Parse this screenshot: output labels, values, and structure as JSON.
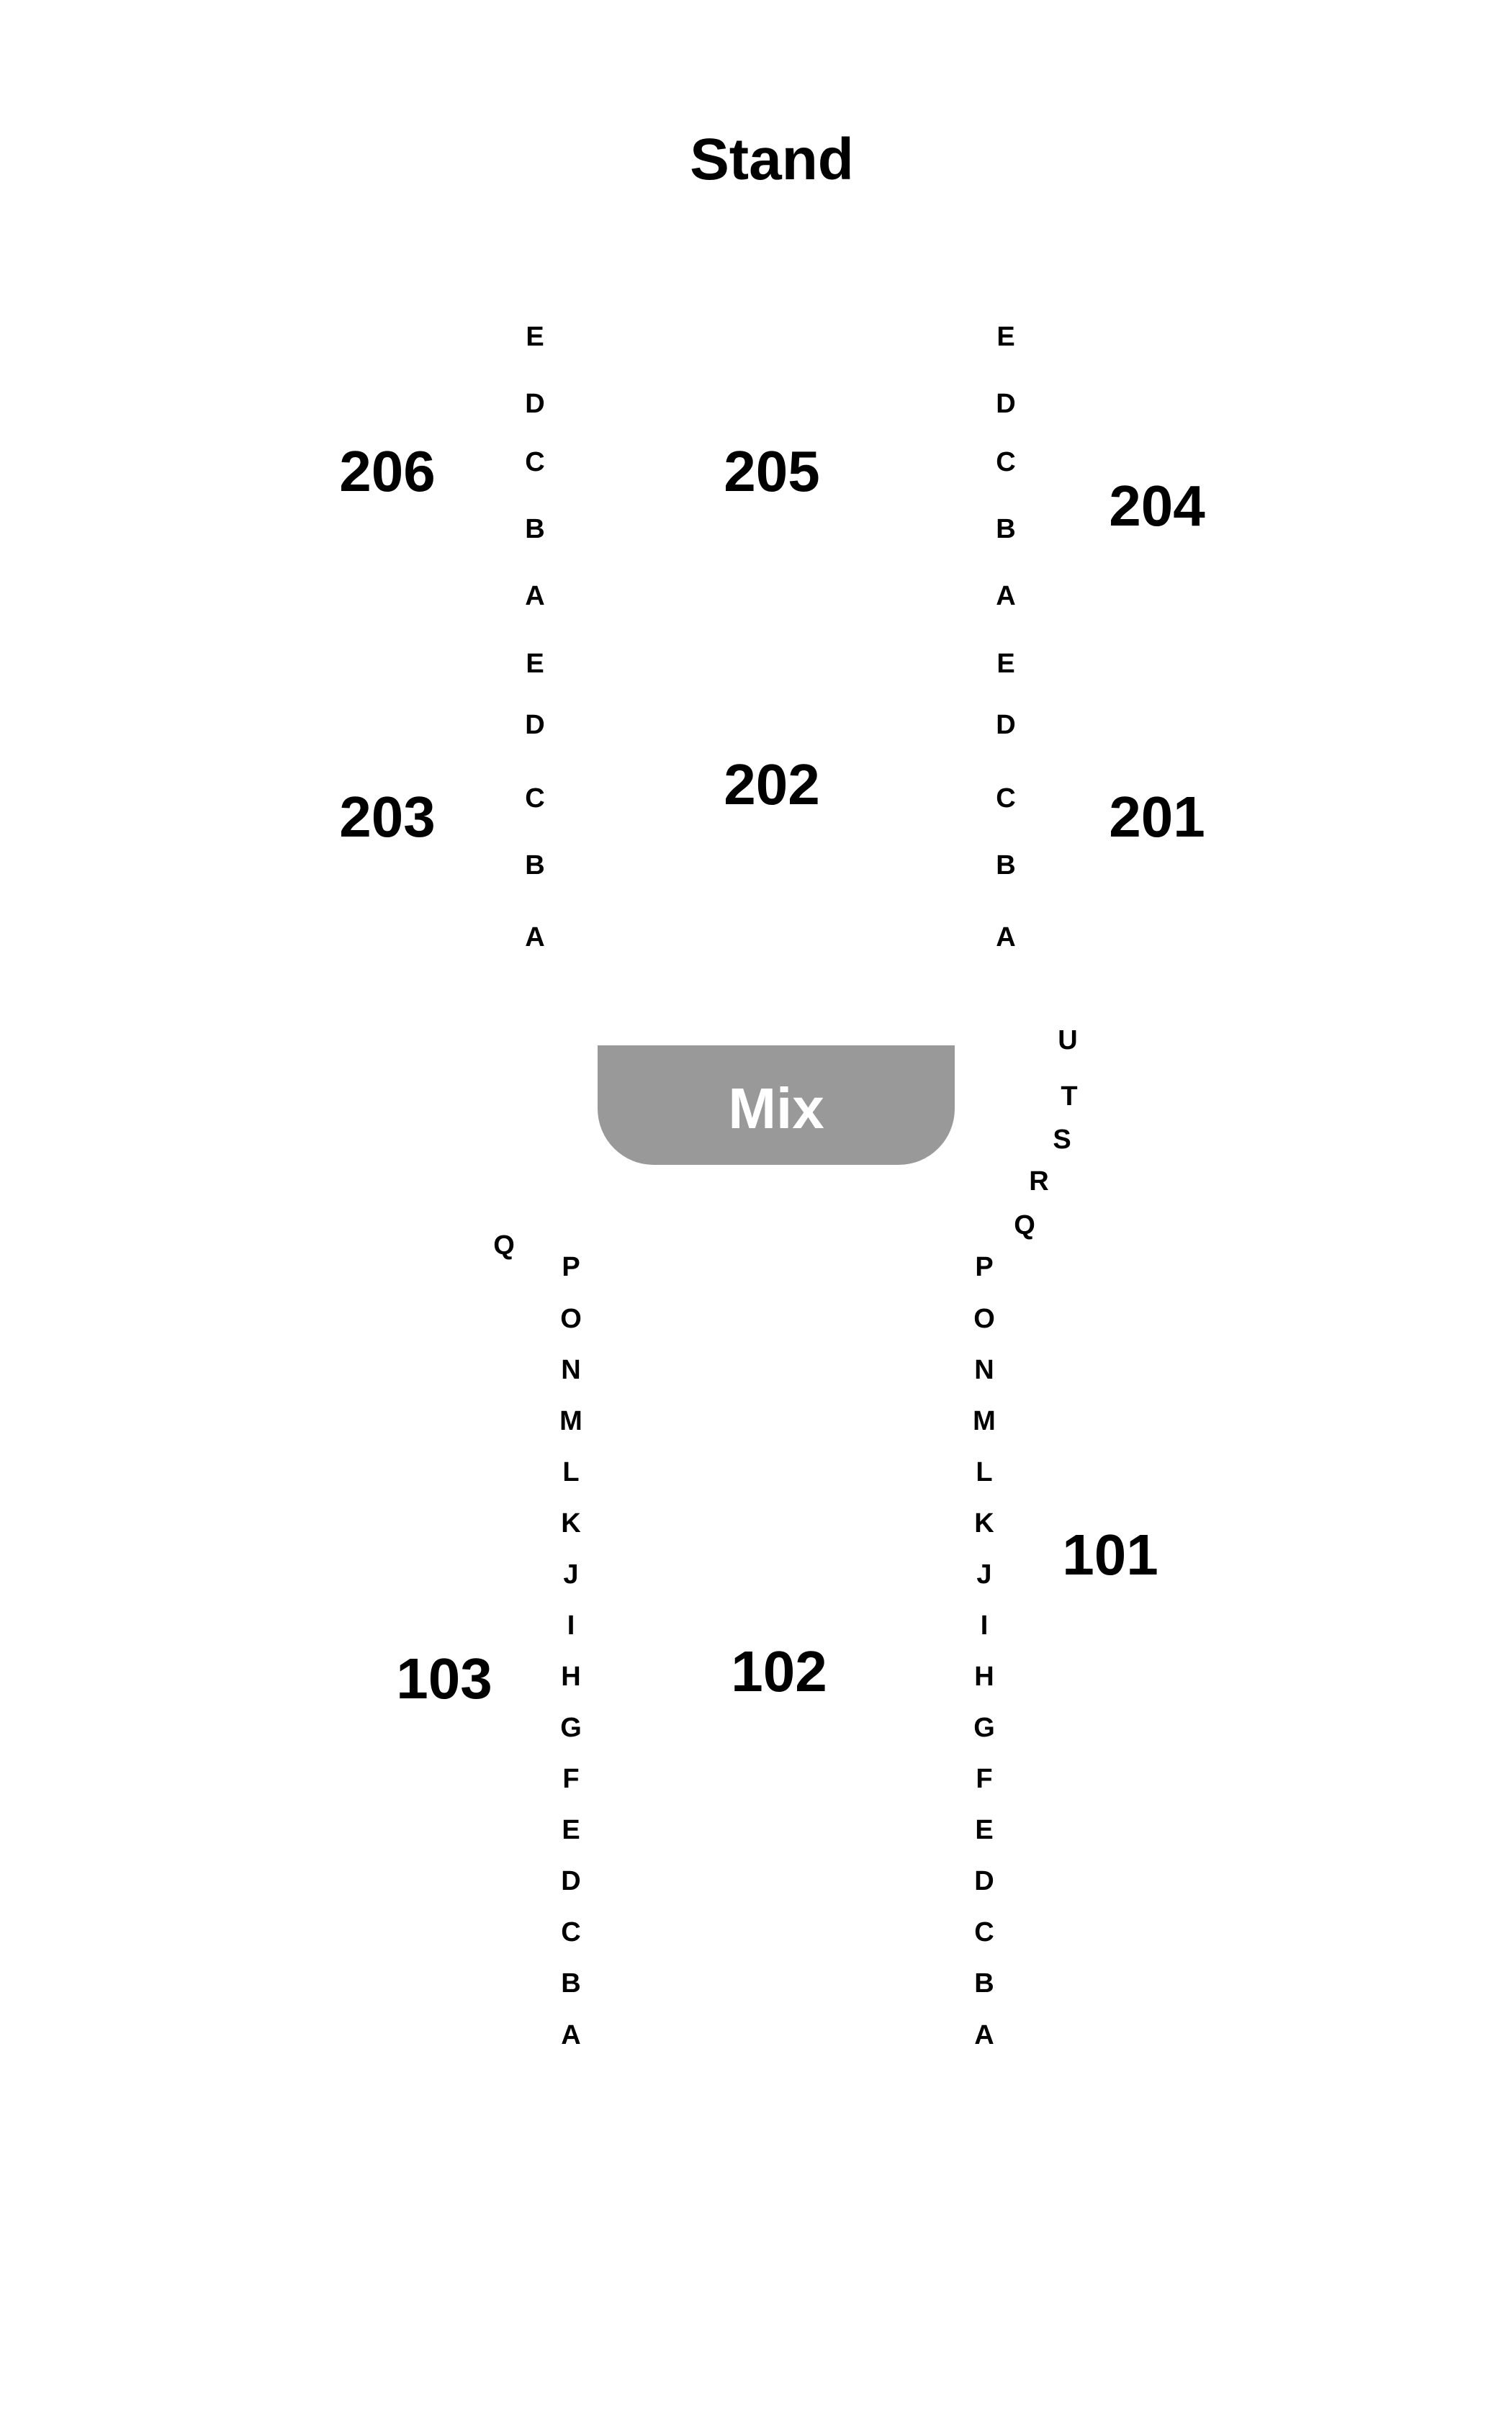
{
  "map": {
    "title": "Stand",
    "mix": {
      "label": "Mix",
      "color": "#999999"
    },
    "sections": {
      "s206": "206",
      "s205": "205",
      "s204": "204",
      "s203": "203",
      "s202": "202",
      "s201": "201",
      "s103": "103",
      "s102": "102",
      "s101": "101"
    },
    "upper_back_rows": [
      "E",
      "D",
      "C",
      "B",
      "A"
    ],
    "upper_front_rows": [
      "E",
      "D",
      "C",
      "B",
      "A"
    ],
    "lower_rows": [
      "P",
      "O",
      "N",
      "M",
      "L",
      "K",
      "J",
      "I",
      "H",
      "G",
      "F",
      "E",
      "D",
      "C",
      "B",
      "A"
    ],
    "left_extra_row": "Q",
    "right_extra_rows": [
      "U",
      "T",
      "S",
      "R",
      "Q"
    ]
  }
}
